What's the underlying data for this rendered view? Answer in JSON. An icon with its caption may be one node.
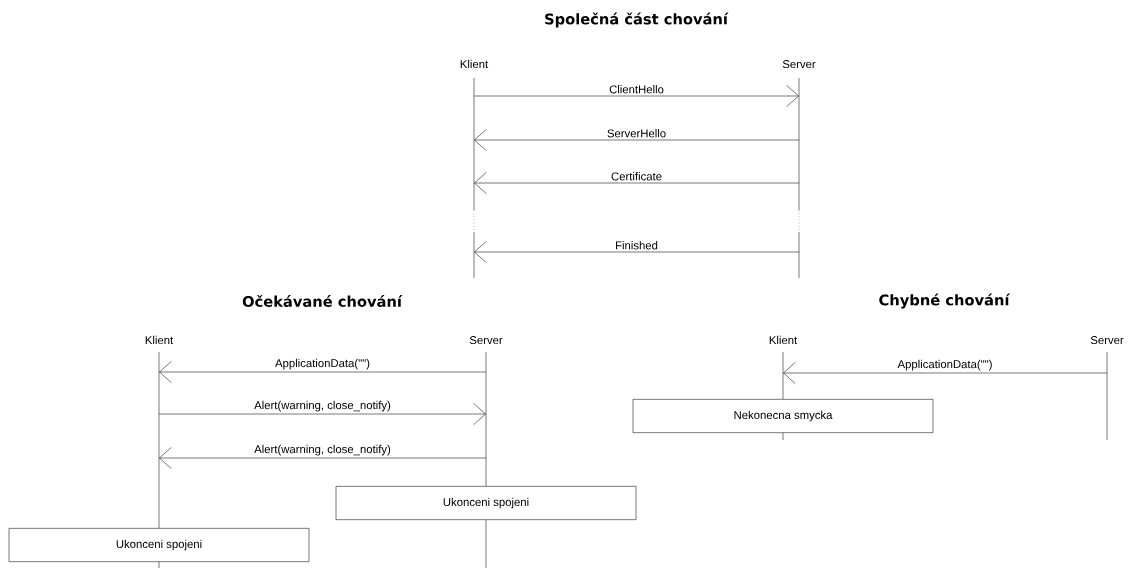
{
  "diagram": {
    "nodes": [
      {
        "text": [
          "Klient"
        ]
      },
      {
        "text": [
          "Server"
        ]
      },
      {
        "text": [
          "Klient"
        ]
      },
      {
        "text": [
          "Server"
        ]
      },
      {
        "text": [
          "Klient"
        ]
      },
      {
        "text": [
          "Server"
        ]
      },
      {
        "text": [
          "Ukonceni spojeni"
        ]
      },
      {
        "text": [
          "Ukonceni spojeni"
        ]
      },
      {
        "text": [
          "Nekonecna smycka"
        ]
      }
    ],
    "edges": [
      {
        "from": 0,
        "to": 1,
        "arrow": "to",
        "label": "ClientHello"
      },
      {
        "from": 1,
        "to": 0,
        "arrow": "to",
        "label": "ServerHello"
      },
      {
        "from": 1,
        "to": 0,
        "arrow": "to",
        "label": "Certificate"
      },
      {
        "from": 1,
        "to": 0,
        "arrow": "to",
        "label": "Finished"
      },
      {
        "from": 3,
        "to": 2,
        "arrow": "to",
        "label": "ApplicationData(\"\")"
      },
      {
        "from": 2,
        "to": 3,
        "arrow": "to",
        "label": "Alert(warning, close_notify)"
      },
      {
        "from": 3,
        "to": 2,
        "arrow": "to",
        "label": "Alert(warning, close_notify)"
      },
      {
        "from": 5,
        "to": 4,
        "arrow": "to",
        "label": "ApplicationData(\"\")"
      },
      {
        "from": 6,
        "to": null,
        "arrow": "none"
      },
      {
        "from": 7,
        "to": null,
        "arrow": "none"
      },
      {
        "from": 8,
        "to": null,
        "arrow": "none"
      }
    ],
    "labels": [
      "Společná část chování",
      "Očekávané chování",
      "Chybné chování"
    ]
  }
}
